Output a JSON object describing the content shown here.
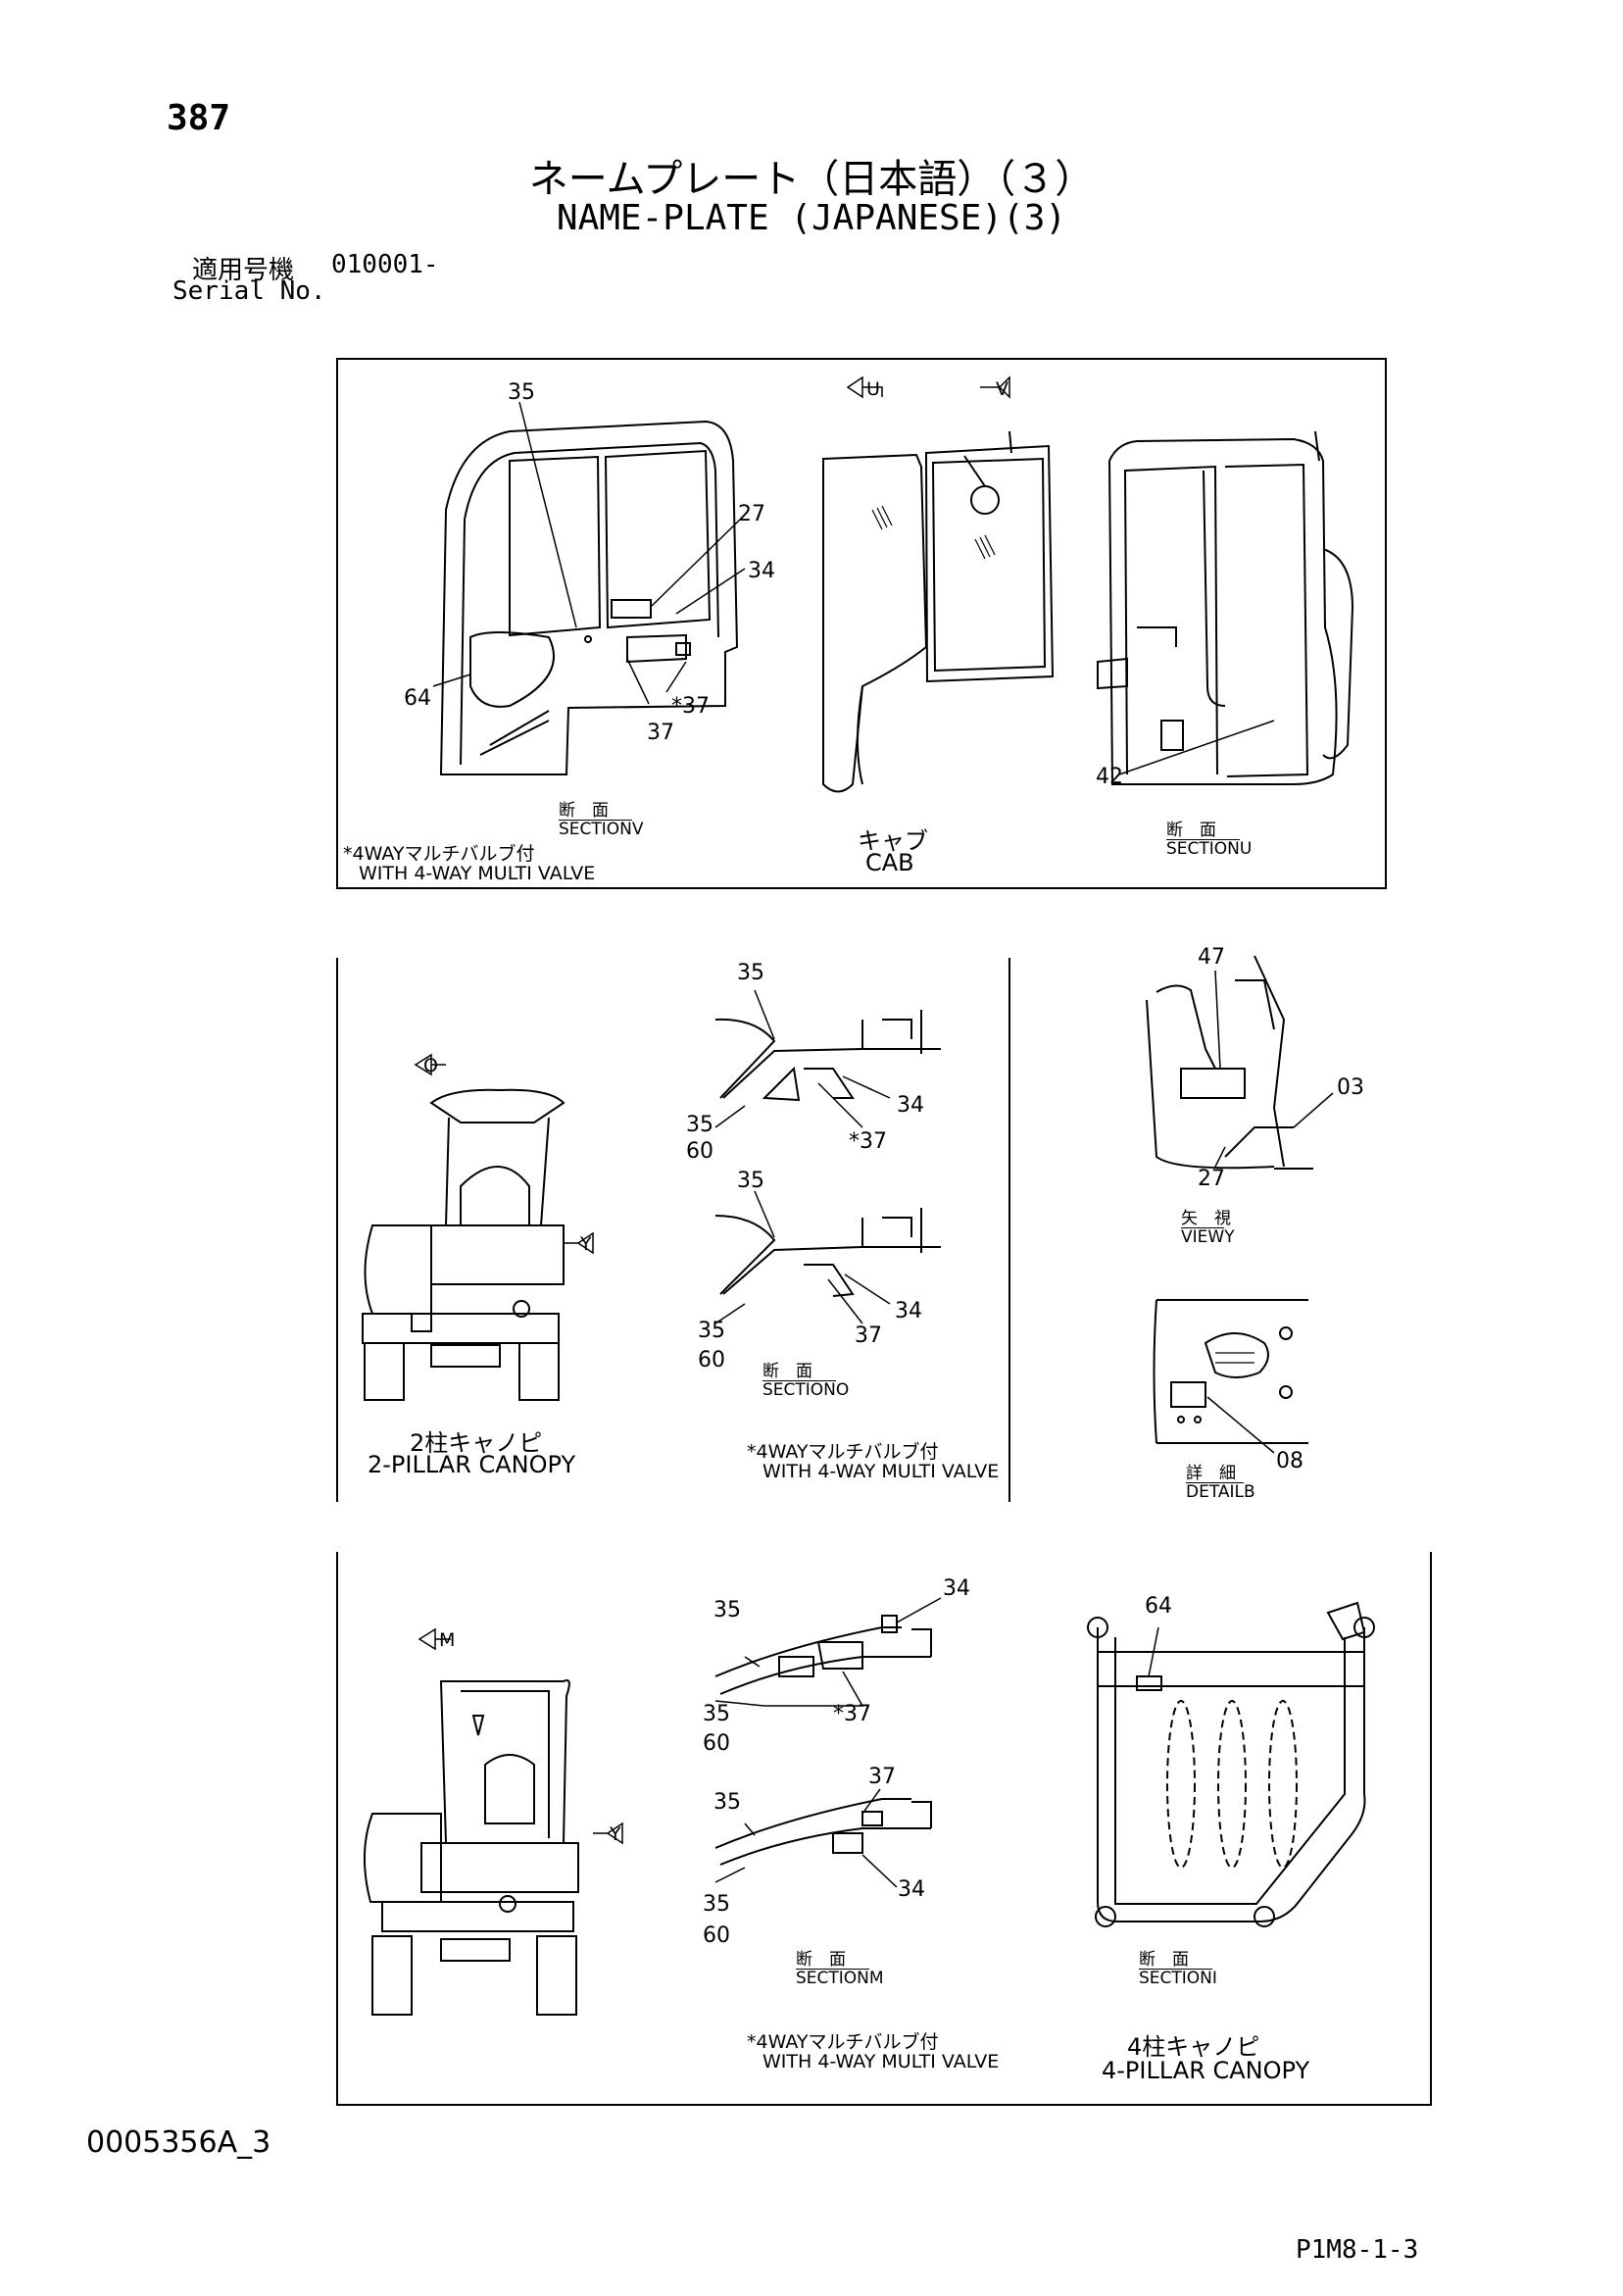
{
  "header": {
    "page_number": "387",
    "title_jp": "ネームプレート（日本語）（３）",
    "title_en": "NAME-PLATE (JAPANESE)(3)",
    "serial_label_jp": "適用号機",
    "serial_value": "010001-",
    "serial_label_en": "Serial No."
  },
  "panel_cab": {
    "callouts": [
      "35",
      "27",
      "34",
      "64",
      "*37",
      "37",
      "42"
    ],
    "view_u": "U",
    "view_v": "V",
    "section_v": {
      "jp": "断　面",
      "en": "SECTION",
      "letter": "V"
    },
    "section_u": {
      "jp": "断　面",
      "en": "SECTION",
      "letter": "U"
    },
    "note_jp": "*4WAYマルチバルブ付",
    "note_en": "WITH 4-WAY MULTI VALVE",
    "caption_jp": "キャブ",
    "caption_en": "CAB"
  },
  "panel_2pillar": {
    "view_o": "O",
    "view_y": "Y",
    "caption_jp": "2柱キャノピ",
    "caption_en": "2-PILLAR CANOPY",
    "sec_top_callouts": [
      "35",
      "35",
      "60",
      "34",
      "*37"
    ],
    "sec_bottom_callouts": [
      "35",
      "35",
      "60",
      "37",
      "34"
    ],
    "section_o": {
      "jp": "断　面",
      "en": "SECTION",
      "letter": "O"
    },
    "note_jp": "*4WAYマルチバルブ付",
    "note_en": "WITH 4-WAY MULTI VALVE",
    "view_y_callouts": [
      "47",
      "03",
      "27"
    ],
    "view_y_box": {
      "jp": "矢　視",
      "en": "VIEW",
      "letter": "Y"
    },
    "detail_callouts": [
      "08"
    ],
    "detail_box": {
      "jp": "詳　細",
      "en": "DETAIL",
      "letter": "B"
    }
  },
  "panel_4pillar": {
    "view_m": "M",
    "view_y": "Y",
    "sec_top_callouts": [
      "35",
      "34",
      "35",
      "60",
      "*37"
    ],
    "sec_bottom_callouts": [
      "35",
      "37",
      "35",
      "60",
      "34"
    ],
    "section_m": {
      "jp": "断　面",
      "en": "SECTION",
      "letter": "M"
    },
    "note_jp": "*4WAYマルチバルブ付",
    "note_en": "WITH 4-WAY MULTI VALVE",
    "canopy_callouts": [
      "64"
    ],
    "section_i": {
      "jp": "断　面",
      "en": "SECTION",
      "letter": "I"
    },
    "caption_jp": "4柱キャノピ",
    "caption_en": "4-PILLAR CANOPY"
  },
  "footer": {
    "drawing_no": "0005356A_3",
    "page_ref": "P1M8-1-3"
  }
}
